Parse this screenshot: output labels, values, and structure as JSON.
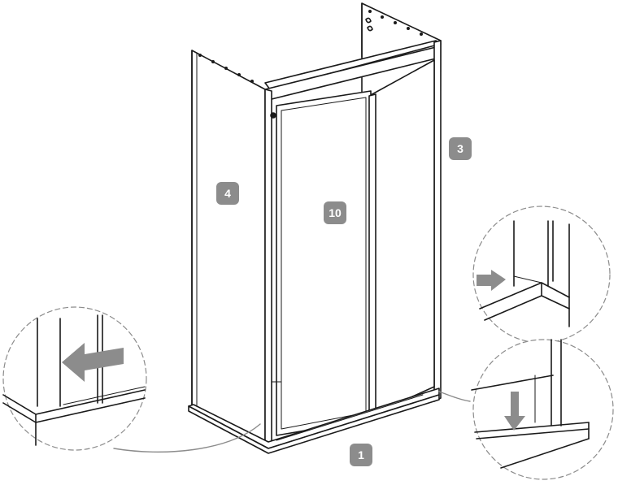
{
  "diagram": {
    "parts": [
      {
        "id": "part-1",
        "label": "1"
      },
      {
        "id": "part-3",
        "label": "3"
      },
      {
        "id": "part-4",
        "label": "4"
      },
      {
        "id": "part-10",
        "label": "10"
      }
    ],
    "callouts": [
      {
        "id": "detail-bottom-left",
        "arrow": "left"
      },
      {
        "id": "detail-top-right",
        "arrow": "right"
      },
      {
        "id": "detail-bottom-right",
        "arrow": "down"
      }
    ],
    "colors": {
      "line": "#1a1a1a",
      "arrow": "#8c8c8c",
      "badge": "#8c8c8c",
      "badge_text": "#ffffff"
    }
  }
}
